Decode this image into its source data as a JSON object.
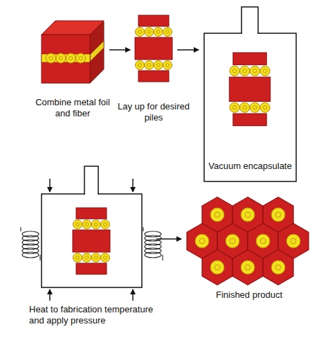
{
  "diagram": {
    "nodes": [
      {
        "text": [
          "Vacuum encapsulate"
        ]
      },
      {
        "text": [
          "Heat to fabrication temperature and apply pressure"
        ]
      }
    ],
    "labels": [
      "Combine metal foil and fiber",
      "Lay up for desired piles",
      "Finished product"
    ]
  }
}
